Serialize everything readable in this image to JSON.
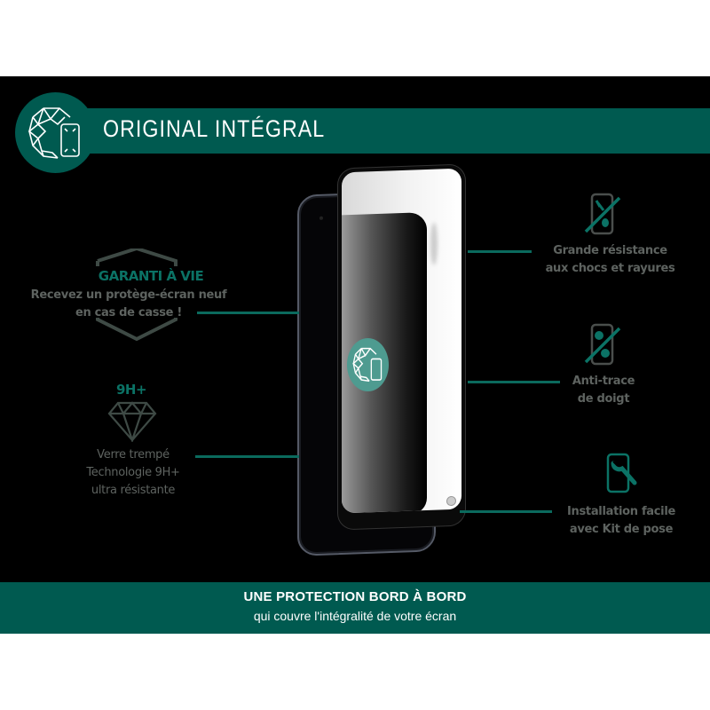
{
  "header": {
    "title": "ORIGINAL INTÉGRAL",
    "logo_icon": "diamond-phone-icon"
  },
  "left_features": [
    {
      "title": "GARANTI À VIE",
      "lines": [
        "Recevez un protège-écran neuf",
        "en cas de casse !"
      ],
      "icon": "shield-icon"
    },
    {
      "title": "9H+",
      "lines": [
        "Verre trempé",
        "Technologie 9H+",
        "ultra résistante"
      ],
      "icon": "diamond-icon"
    }
  ],
  "right_features": [
    {
      "lines": [
        "Grande résistance",
        "aux chocs et rayures"
      ],
      "icon": "phone-scratch-crossed-icon"
    },
    {
      "lines": [
        "Anti-trace",
        "de doigt"
      ],
      "icon": "phone-fingerprint-crossed-icon"
    },
    {
      "lines": [
        "Installation facile",
        "avec Kit de pose"
      ],
      "icon": "phone-wrench-icon"
    }
  ],
  "footer": {
    "title": "UNE PROTECTION BORD À BORD",
    "subtitle": "qui couvre l'intégralité de votre écran"
  },
  "colors": {
    "brand_green": "#005a50",
    "accent_teal": "#0b6a5d",
    "text_gray": "#5e6360",
    "logo_light_teal": "#4e9b90",
    "background": "#000000"
  }
}
